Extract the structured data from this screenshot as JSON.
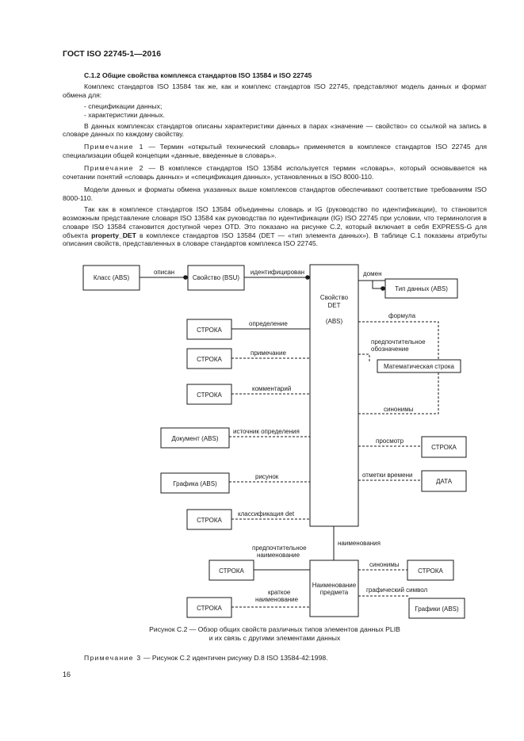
{
  "header": {
    "title": "ГОСТ ISO 22745-1—2016"
  },
  "text": {
    "section_num": "С.1.2",
    "section_title": "Общие свойства комплекса стандартов ISO 13584 и ISO 22745",
    "p1": "Комплекс стандартов ISO 13584 так же, как и комплекс стандартов ISO 22745, представляют модель данных и формат обмена для:",
    "li1": "- спецификации данных;",
    "li2": "- характеристики данных.",
    "p2": "В данных комплексах стандартов описаны характеристики данных в парах «значение — свойство» со ссылкой на запись в словаре данных по каждому свойству.",
    "note1_label": "Примечание 1",
    "note1_text": " — Термин «открытый технический словарь» применяется в комплексе стандартов ISO 22745 для специализации общей концепции «данные, введенные в словарь».",
    "note2_label": "Примечание 2",
    "note2_text": " — В комплексе стандартов ISO 13584 используется термин «словарь», который основывается на сочетании понятий «словарь данных» и «спецификация данных», установленных в ISO 8000-110.",
    "p3": "Модели данных и форматы обмена указанных выше комплексов стандартов обеспечивают соответствие требованиям ISO 8000-110.",
    "p4a": "Так как в комплексе стандартов ISO 13584 объединены словарь и IG (руководство по идентификации), то становится возможным представление словаря ISO 13584 как руководства по идентификации (IG) ISO 22745 при условии, что терминология в словаре ISO 13584 становится доступной через OTD. Это показано на рисунке С.2, который включает в себя EXPRESS-G для объекта ",
    "p4b": "property_DET",
    "p4c": " в комплексе стандартов ISO 13584 (DET — «тип элемента данных»). В таблице С.1 показаны атрибуты описания свойств, представленных в словаре стандартов комплекса ISO 22745."
  },
  "diagram": {
    "class_box": "Класс (ABS)",
    "property_box": "Свойство (BSU)",
    "det_line1": "Свойство",
    "det_line2": "DET",
    "det_line3": "(ABS)",
    "datatype_box": "Тип данных (ABS)",
    "string_box": "СТРОКА",
    "document_box": "Документ (ABS)",
    "graphics_box": "Графика (ABS)",
    "date_box": "ДАТА",
    "math_box": "Математическая строка",
    "item_name_line1": "Наименование",
    "item_name_line2": "предмета",
    "graphics_box2": "Графики (ABS)",
    "lbl_describes": "описан",
    "lbl_identified": "идентифицирован",
    "lbl_domain": "домен",
    "lbl_formula": "формула",
    "lbl_pref_line1": "предпочтительное",
    "lbl_pref_line2": "обозначение",
    "lbl_synonyms": "синонимы",
    "lbl_definition": "определение",
    "lbl_note": "примечание",
    "lbl_comment": "комментарий",
    "lbl_source": "источник определения",
    "lbl_figure": "рисунок",
    "lbl_classification": "классификация det",
    "lbl_view": "просмотр",
    "lbl_time": "отметки времени",
    "lbl_names": "наименования",
    "lbl_prefname_line1": "предпочтительное",
    "lbl_prefname_line2": "наименование",
    "lbl_short_line1": "краткое",
    "lbl_short_line2": "наименование",
    "lbl_synonyms2": "синонимы",
    "lbl_graph_symbol": "графический символ"
  },
  "caption": {
    "line1": "Рисунок С.2 — Обзор общих свойств различных типов элементов данных PLIB",
    "line2": "и их связь с другими элементами данных"
  },
  "note3": {
    "label": "Примечание 3",
    "text": " — Рисунок С.2 идентичен рисунку D.8 ISO 13584-42:1998."
  },
  "page": {
    "number": "16"
  }
}
